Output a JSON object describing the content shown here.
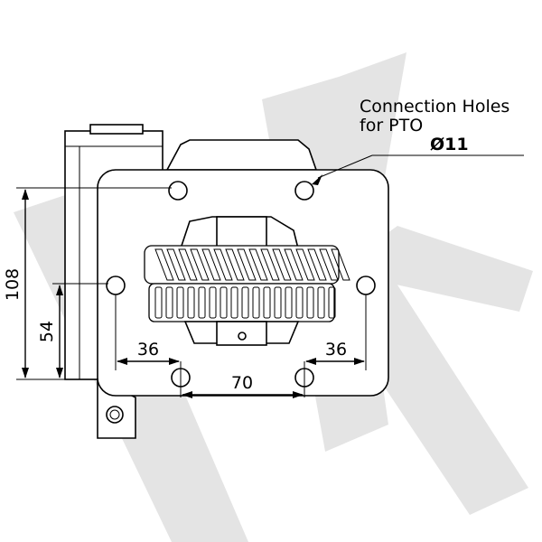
{
  "watermark": {
    "color": "#e4e4e4"
  },
  "note": {
    "line1": "Connection Holes",
    "line2": "for PTO",
    "diameter": "Ø11"
  },
  "dimensions": {
    "vertical_outer": "108",
    "vertical_inner": "54",
    "left_offset": "36",
    "right_offset": "36",
    "hole_spacing": "70"
  }
}
